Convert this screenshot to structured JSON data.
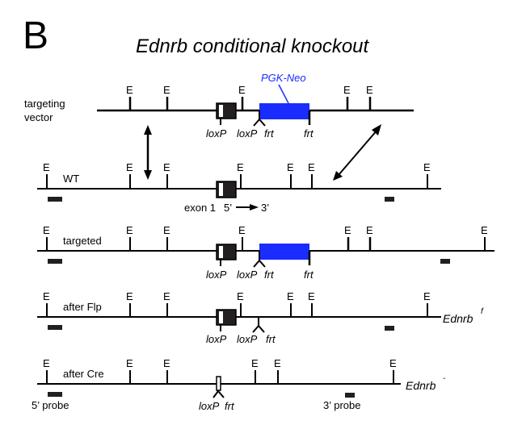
{
  "panel_letter": "B",
  "title": "Ednrb conditional knockout",
  "colors": {
    "line": "#000000",
    "neo": "#1a2cff",
    "exon_fill": "#231f20"
  },
  "restriction_site_label": "E",
  "rows": {
    "targeting_vector": {
      "label_line1": "targeting",
      "label_line2": "vector",
      "neo_label": "PGK-Neo",
      "loxp1": "loxP",
      "loxp2": "loxP",
      "frt1": "frt",
      "frt2": "frt"
    },
    "wt": {
      "label": "WT",
      "exon_label": "exon 1",
      "five_prime": "5’",
      "three_prime": "3’"
    },
    "targeted": {
      "label": "targeted",
      "loxp1": "loxP",
      "loxp2": "loxP",
      "frt1": "frt",
      "frt2": "frt"
    },
    "after_flp": {
      "label": "after Flp",
      "loxp1": "loxP",
      "loxp2": "loxP",
      "frt": "frt",
      "allele": "Ednrb",
      "allele_sup": "f"
    },
    "after_cre": {
      "label": "after Cre",
      "loxp": "loxP",
      "frt": "frt",
      "allele": "Ednrb",
      "allele_sup": "-",
      "probe5": "5’ probe",
      "probe3": "3’ probe"
    }
  }
}
